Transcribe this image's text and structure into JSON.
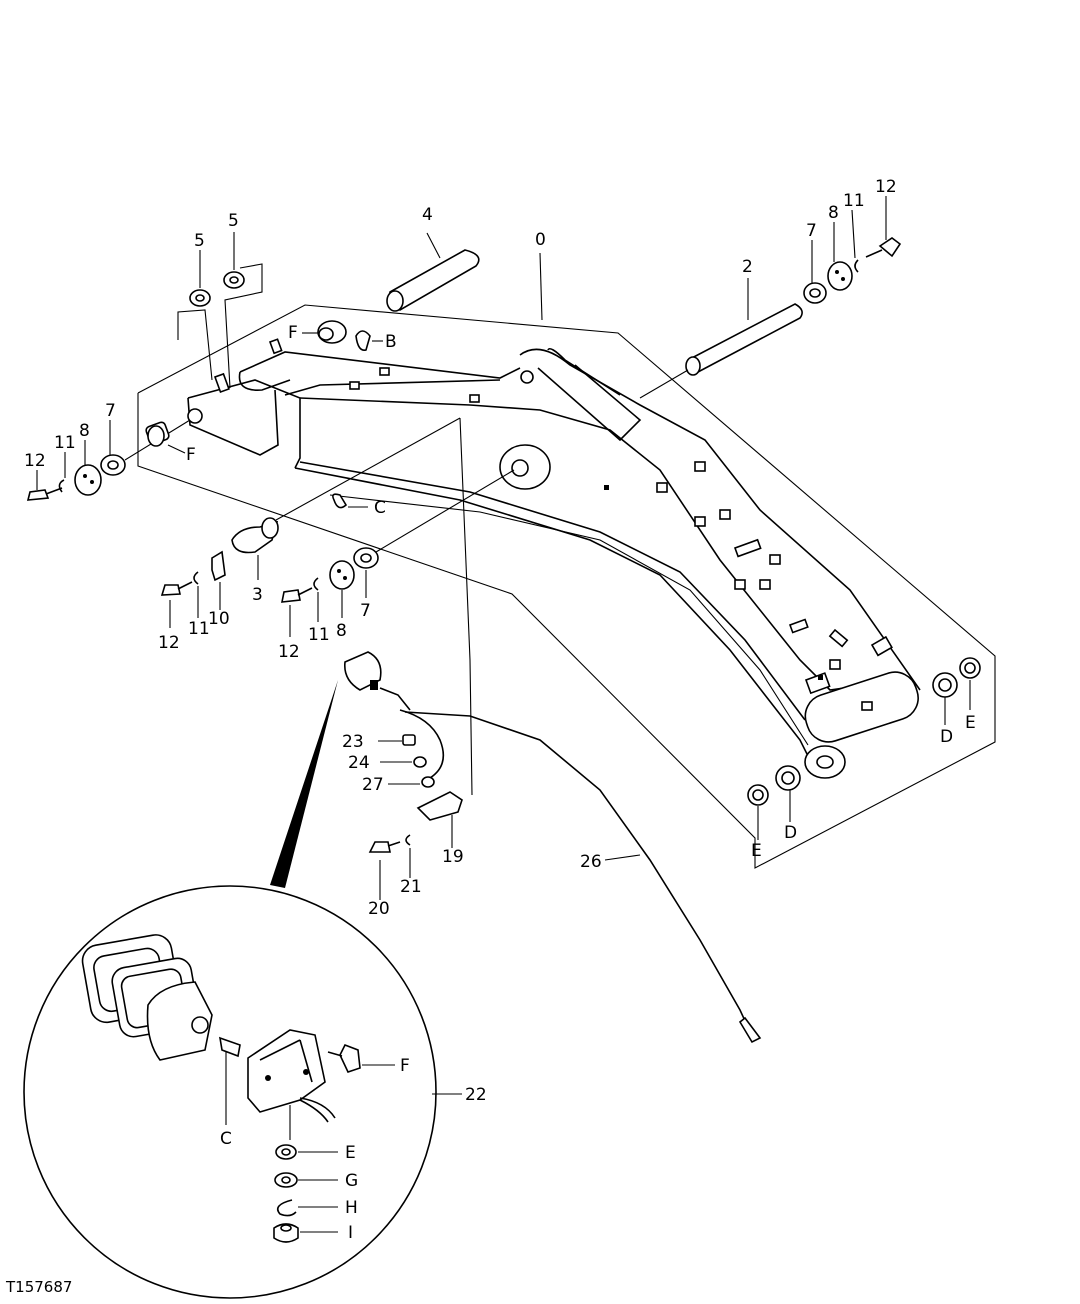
{
  "figure_code": "T157687",
  "callouts": {
    "c0": "0",
    "c2": "2",
    "c3": "3",
    "c4": "4",
    "c5a": "5",
    "c5b": "5",
    "c7a": "7",
    "c7b": "7",
    "c7c": "7",
    "c8a": "8",
    "c8b": "8",
    "c8c": "8",
    "c10": "10",
    "c11a": "11",
    "c11b": "11",
    "c11c": "11",
    "c11d": "11",
    "c12a": "12",
    "c12b": "12",
    "c12c": "12",
    "c12d": "12",
    "c19": "19",
    "c20": "20",
    "c21": "21",
    "c22": "22",
    "c23": "23",
    "c24": "24",
    "c26": "26",
    "c27": "27",
    "fa": "F",
    "fb": "F",
    "fc": "F",
    "ba": "B",
    "ca": "C",
    "cb": "C",
    "da": "D",
    "db": "D",
    "ea": "E",
    "eb": "E",
    "ec": "E",
    "ga": "G",
    "ha": "H",
    "ia": "I"
  }
}
